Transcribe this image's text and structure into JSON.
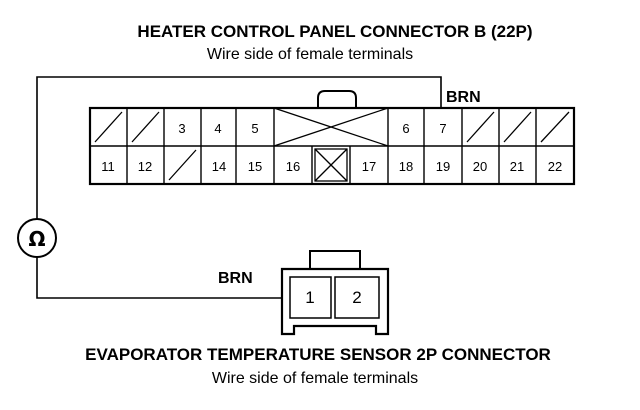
{
  "top_connector": {
    "title": "HEATER CONTROL PANEL CONNECTOR B (22P)",
    "subtitle": "Wire side of female terminals",
    "wire_label": "BRN",
    "row1_pins": [
      "3",
      "4",
      "5",
      "6",
      "7"
    ],
    "row2_pins": [
      "11",
      "12",
      "14",
      "15",
      "16",
      "17",
      "18",
      "19",
      "20",
      "21",
      "22"
    ]
  },
  "bottom_connector": {
    "title": "EVAPORATOR TEMPERATURE SENSOR 2P CONNECTOR",
    "subtitle": "Wire side of female terminals",
    "wire_label": "BRN",
    "pins": [
      "1",
      "2"
    ]
  },
  "meter": {
    "symbol": "Ω",
    "icon": "ohmmeter-icon"
  }
}
